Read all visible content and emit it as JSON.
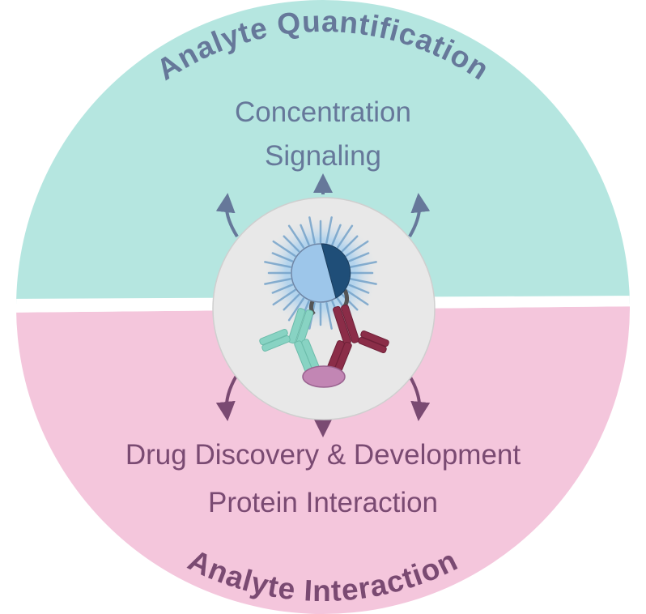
{
  "top_section": {
    "title": "Analyte Quantification",
    "items": [
      "Concentration",
      "Signaling"
    ],
    "color": "#b5e6e0",
    "text_color": "#66789a"
  },
  "bottom_section": {
    "title": "Analyte Interaction",
    "items": [
      "Drug Discovery & Development",
      "Protein Interaction"
    ],
    "color": "#f4c6dc",
    "text_color": "#7a4a72"
  },
  "center": {
    "icons": [
      "signal-burst-icon",
      "analyte-sphere-icon",
      "capture-antibody-icon",
      "detection-antibody-icon",
      "target-protein-icon"
    ]
  }
}
